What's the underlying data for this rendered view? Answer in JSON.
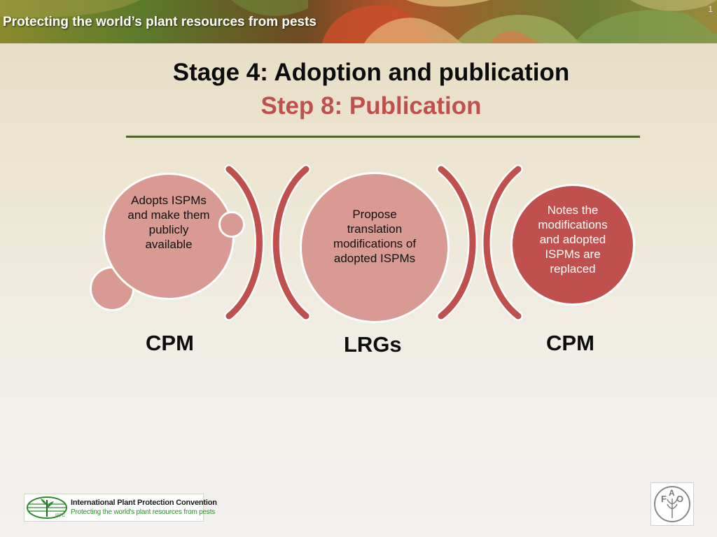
{
  "header": {
    "tagline": "Protecting the world’s plant resources from pests",
    "slide_number": "1"
  },
  "slide": {
    "title": "Stage 4: Adoption and publication",
    "subtitle": "Step 8: Publication"
  },
  "steps": [
    {
      "text": "Adopts ISPMs and make them publicly available",
      "label": "CPM"
    },
    {
      "text": "Propose translation modifications of adopted ISPMs",
      "label": "LRGs"
    },
    {
      "text": "Notes the modifications and adopted ISPMs are replaced",
      "label": "CPM"
    }
  ],
  "footer": {
    "ippc_name": "International Plant Protection Convention",
    "ippc_tagline": "Protecting the world's plant resources from pests",
    "ippc_mark": "IPPC",
    "fao_letters": [
      "F",
      "A",
      "O"
    ]
  },
  "colors": {
    "accent_red": "#c0504d",
    "light_red": "#d99a94",
    "rule_green": "#4f6228"
  }
}
